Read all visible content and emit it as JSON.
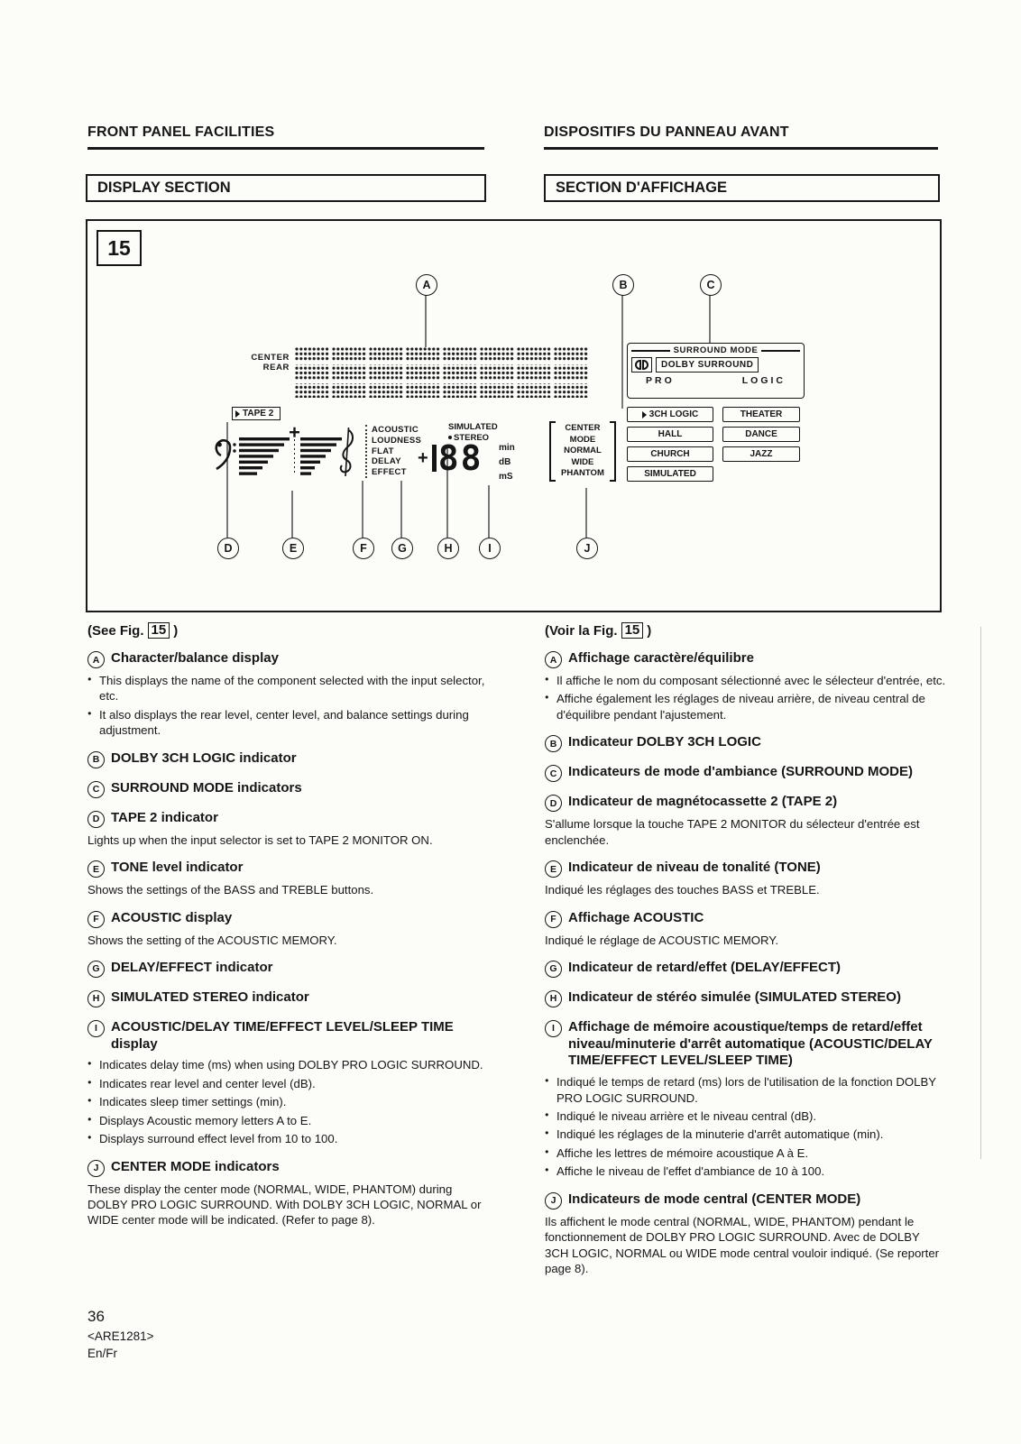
{
  "page": {
    "header_en": "FRONT PANEL FACILITIES",
    "header_fr": "DISPOSITIFS DU PANNEAU AVANT",
    "section_en": "DISPLAY SECTION",
    "section_fr": "SECTION D'AFFICHAGE",
    "page_number": "36",
    "doc_code": "<ARE1281>",
    "lang_code": "En/Fr"
  },
  "figure": {
    "number": "15",
    "callouts_top": [
      "A",
      "B",
      "C"
    ],
    "callouts_bottom": [
      "D",
      "E",
      "F",
      "G",
      "H",
      "I",
      "J"
    ],
    "display": {
      "center_label": "CENTER",
      "rear_label": "REAR",
      "tape2_label": "TAPE 2",
      "acoustic_stack": [
        "ACOUSTIC",
        "LOUDNESS",
        "FLAT",
        "DELAY",
        "EFFECT"
      ],
      "simulated_label": "SIMULATED",
      "stereo_label": "STEREO",
      "plus_sign": "+",
      "digits": "88",
      "units": [
        "min",
        "dB",
        "mS"
      ],
      "center_mode_stack": [
        "CENTER",
        "MODE",
        "NORMAL",
        "WIDE",
        "PHANTOM"
      ],
      "surround": {
        "title": "SURROUND MODE",
        "dolby_box_label": "DOLBY SURROUND",
        "pro_label": "PRO",
        "logic_label": "LOGIC",
        "mode_rows": [
          [
            "3CH LOGIC",
            "THEATER"
          ],
          [
            "HALL",
            "DANCE"
          ],
          [
            "CHURCH",
            "JAZZ"
          ]
        ],
        "simulated_box": "SIMULATED"
      }
    }
  },
  "english": {
    "see_fig_prefix": "(See Fig.",
    "fig_ref": "15",
    "see_fig_suffix": ")",
    "items": [
      {
        "letter": "A",
        "title": "Character/balance display",
        "bullets": [
          "This displays the name of the component selected with the input selector, etc.",
          "It also displays the rear level, center level, and balance settings during adjustment."
        ]
      },
      {
        "letter": "B",
        "title": "DOLBY 3CH LOGIC indicator"
      },
      {
        "letter": "C",
        "title": "SURROUND MODE indicators"
      },
      {
        "letter": "D",
        "title": "TAPE 2 indicator",
        "text": "Lights up when the input selector is set to TAPE 2 MONITOR ON."
      },
      {
        "letter": "E",
        "title": "TONE level indicator",
        "text": "Shows the settings of the BASS and TREBLE buttons."
      },
      {
        "letter": "F",
        "title": "ACOUSTIC display",
        "text": "Shows the setting of the ACOUSTIC MEMORY."
      },
      {
        "letter": "G",
        "title": "DELAY/EFFECT indicator"
      },
      {
        "letter": "H",
        "title": "SIMULATED STEREO indicator"
      },
      {
        "letter": "I",
        "title": "ACOUSTIC/DELAY TIME/EFFECT LEVEL/SLEEP TIME display",
        "bullets": [
          "Indicates delay time (ms) when using DOLBY PRO LOGIC SURROUND.",
          "Indicates rear level and center level (dB).",
          "Indicates sleep timer settings (min).",
          "Displays Acoustic memory letters A to E.",
          "Displays surround effect level from 10 to 100."
        ]
      },
      {
        "letter": "J",
        "title": "CENTER MODE indicators",
        "text": "These display the center mode (NORMAL, WIDE, PHANTOM) during DOLBY PRO LOGIC SURROUND. With DOLBY 3CH LOGIC, NORMAL or WIDE center mode will be indicated. (Refer to page 8)."
      }
    ]
  },
  "french": {
    "see_fig_prefix": "(Voir la Fig.",
    "fig_ref": "15",
    "see_fig_suffix": ")",
    "items": [
      {
        "letter": "A",
        "title": "Affichage caractère/équilibre",
        "bullets": [
          "Il affiche le nom du composant sélectionné avec le sélecteur d'entrée, etc.",
          "Affiche également les réglages de niveau arrière, de niveau central de d'équilibre pendant l'ajustement."
        ]
      },
      {
        "letter": "B",
        "title": "Indicateur DOLBY 3CH LOGIC"
      },
      {
        "letter": "C",
        "title": "Indicateurs de mode d'ambiance (SURROUND MODE)"
      },
      {
        "letter": "D",
        "title": "Indicateur de magnétocassette 2 (TAPE 2)",
        "text": "S'allume lorsque la touche TAPE 2 MONITOR du sélecteur d'entrée est enclenchée."
      },
      {
        "letter": "E",
        "title": "Indicateur de niveau de tonalité (TONE)",
        "text": "Indiqué les réglages des touches BASS et TREBLE."
      },
      {
        "letter": "F",
        "title": "Affichage ACOUSTIC",
        "text": "Indiqué le réglage de ACOUSTIC MEMORY."
      },
      {
        "letter": "G",
        "title": "Indicateur de retard/effet (DELAY/EFFECT)"
      },
      {
        "letter": "H",
        "title": "Indicateur de stéréo simulée (SIMULATED STEREO)"
      },
      {
        "letter": "I",
        "title": "Affichage de mémoire acoustique/temps de retard/effet niveau/minuterie d'arrêt automatique (ACOUSTIC/DELAY TIME/EFFECT LEVEL/SLEEP TIME)",
        "bullets": [
          "Indiqué le temps de retard (ms) lors de l'utilisation de la fonction DOLBY PRO LOGIC SURROUND.",
          "Indiqué le niveau arrière et le niveau central (dB).",
          "Indiqué les réglages de la minuterie d'arrêt automatique (min).",
          "Affiche les lettres de mémoire acoustique A à E.",
          "Affiche le niveau de l'effet d'ambiance de 10 à 100."
        ]
      },
      {
        "letter": "J",
        "title": "Indicateurs de mode central (CENTER MODE)",
        "text": "Ils affichent le mode central (NORMAL, WIDE, PHANTOM) pendant le fonctionnement de DOLBY PRO LOGIC SURROUND. Avec de DOLBY 3CH LOGIC, NORMAL ou WIDE mode central vouloir indiqué. (Se reporter page 8)."
      }
    ]
  }
}
